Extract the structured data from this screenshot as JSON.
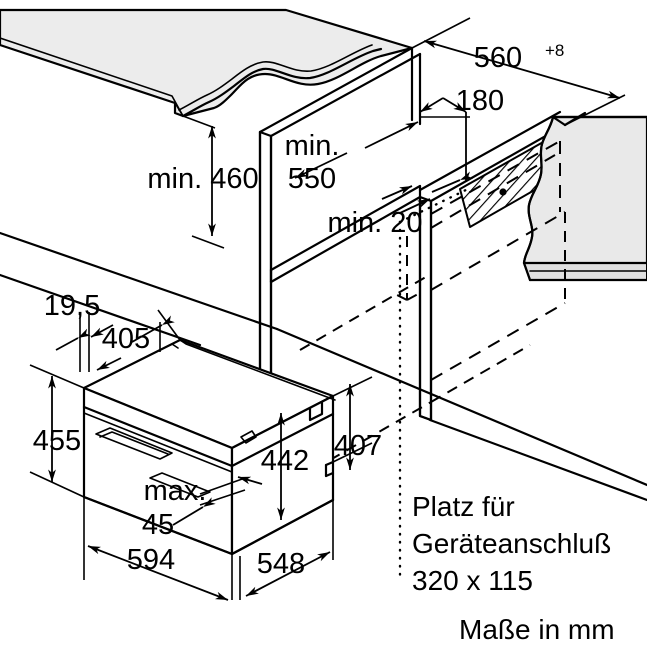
{
  "diagram": {
    "title": "Built-in compact oven installation diagram",
    "units_note": "Maße in mm",
    "connection_note_line1": "Platz für",
    "connection_note_line2": "Geräteanschluß",
    "connection_note_line3": "320 x 115",
    "colors": {
      "line": "#000000",
      "panel_fill": "#ececec",
      "background": "#ffffff",
      "hatch": "#000000"
    }
  },
  "niche_dimensions": [
    {
      "id": "niche-depth",
      "label": "560",
      "superscript": "+8",
      "prefix": ""
    },
    {
      "id": "niche-offset-180",
      "label": "180",
      "superscript": "",
      "prefix": ""
    },
    {
      "id": "niche-height-460",
      "label": "min. 460",
      "superscript": "",
      "prefix": "min."
    },
    {
      "id": "niche-width-550a",
      "label": "min.",
      "superscript": "",
      "prefix": ""
    },
    {
      "id": "niche-width-550b",
      "label": "550",
      "superscript": "",
      "prefix": ""
    },
    {
      "id": "niche-gap-20",
      "label": "min. 20",
      "superscript": "",
      "prefix": "min."
    }
  ],
  "appliance_dimensions": [
    {
      "id": "dim-19-5",
      "label": "19,5"
    },
    {
      "id": "dim-405",
      "label": "405"
    },
    {
      "id": "dim-455",
      "label": "455"
    },
    {
      "id": "dim-442",
      "label": "442"
    },
    {
      "id": "dim-407",
      "label": "407"
    },
    {
      "id": "dim-max-45a",
      "label": "max."
    },
    {
      "id": "dim-max-45b",
      "label": "45"
    },
    {
      "id": "dim-594",
      "label": "594"
    },
    {
      "id": "dim-548",
      "label": "548"
    }
  ],
  "labels": {
    "d560": "560",
    "d560_sup": "+8",
    "d180": "180",
    "d460": "min. 460",
    "d550_l1": "min.",
    "d550_l2": "550",
    "d20": "min. 20",
    "d195": "19,5",
    "d405": "405",
    "d455": "455",
    "d442": "442",
    "d407": "407",
    "dmax_l1": "max.",
    "dmax_l2": "45",
    "d594": "594",
    "d548": "548",
    "note_l1": "Platz für",
    "note_l2": "Geräteanschluß",
    "note_l3": "320 x 115",
    "units": "Maße in mm"
  }
}
